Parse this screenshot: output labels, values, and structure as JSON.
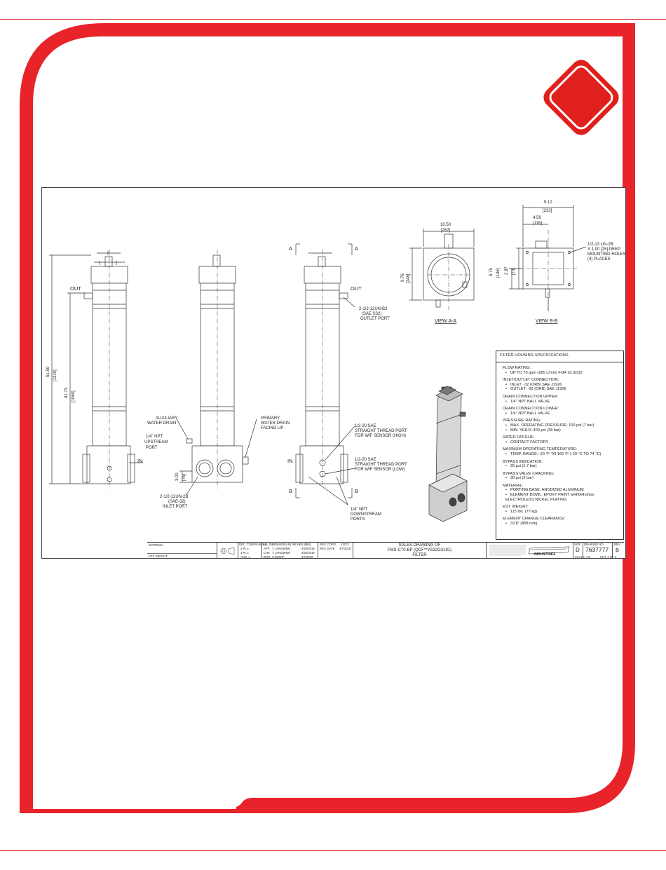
{
  "colors": {
    "brand_red": "#e8232a",
    "logo_red": "#e0201c",
    "line": "#333333"
  },
  "drawing": {
    "callouts": {
      "out_left": "OUT",
      "in_left": "IN",
      "out_right": "OUT",
      "in_right": "IN",
      "section_a": "A",
      "section_b": "B",
      "dim_overall": "51.59",
      "dim_overall_mm": "[1310]",
      "dim_body": "41.73",
      "dim_body_mm": "[1060]",
      "dim_height_small": "3.00",
      "dim_height_small_mm": "[76]",
      "aux_drain_1": "AUXILIARY",
      "aux_drain_2": "WATER DRAIN",
      "upstream_1": "1/4\" NPT",
      "upstream_2": "UPSTREAM",
      "upstream_3": "PORT",
      "primary_drain_1": "PRIMARY",
      "primary_drain_2": "WATER DRAIN",
      "primary_drain_3": "FACING UP",
      "inlet_1": "2-1/2-12UN-2B",
      "inlet_2": "(SAE-32)",
      "inlet_3": "INLET PORT",
      "outlet_1": "2-1/2-12UN-B2",
      "outlet_2": "(SAE S32)",
      "outlet_3": "OUTLET PORT",
      "wif_high_1": "1/2-20 SAE",
      "wif_high_2": "STRAIGHT THREAD PORT",
      "wif_high_3": "FOR WIF SENSOR (HIGH)",
      "wif_low_1": "1/2-20 SAE",
      "wif_low_2": "STRAIGHT THREAD PORT",
      "wif_low_3": "FOR WIF SENSOR (LOW)",
      "downstream_1": "1/4\" NPT",
      "downstream_2": "DOWNSTREAM",
      "downstream_3": "PORTS",
      "va_width": "10.50",
      "va_width_mm": "[267]",
      "va_height": "9.76",
      "va_height_mm": "[248]",
      "vb_width": "9.12",
      "vb_width_mm": "[232]",
      "vb_half": "4.56",
      "vb_half_mm": "[116]",
      "vb_h1": "2.87",
      "vb_h1_mm": "[73]",
      "vb_h2": "5.75",
      "vb_h2_mm": "[146]",
      "mount_1": "1/2-13 UN-2B",
      "mount_2": "X 1.00 [25] DEEP",
      "mount_3": "MOUNTING HOLES",
      "mount_4": "(4) PLACES",
      "view_a": "VIEW A-A",
      "view_b": "VIEW B-B"
    },
    "specs": {
      "title": "FILTER HOUSING SPECIFICATIONS",
      "groups": [
        {
          "heading": "FLOW RATING:",
          "items": [
            "UP TO 70 gpm (265 L/min) FOR ULSD15"
          ]
        },
        {
          "heading": "INLET/OUTLET CONNECTION:",
          "items": [
            "INLET: -32 (ORB) SAE J1926",
            "OUTLET: -32 (ORB) SAE J1926"
          ]
        },
        {
          "heading": "DRAIN CONNECTION UPPER:",
          "items": [
            "1/4\" NPT BALL VALVE"
          ]
        },
        {
          "heading": "DRAIN CONNECTION LOWER:",
          "items": [
            "1/4\" NPT BALL VALVE"
          ]
        },
        {
          "heading": "PRESSURE RATING:",
          "items": [
            "MAX. OPERATING PRESSURE: 100 psi (7 bar)",
            "MIN. YEILD: 400 psi (28 bar)"
          ]
        },
        {
          "heading": "RATED FATIGUE:",
          "items": [
            "CONTACT FACTORY"
          ]
        },
        {
          "heading": "MAXIMUM OPERATING TEMPERATURE:",
          "items": [
            "TEMP. RANGE: -20 °F TO 165 °F (-29 °C TO 74 °C)"
          ]
        },
        {
          "heading": "BYPASS INDICATION:",
          "items": [
            "25 psi (1.7 bar)"
          ]
        },
        {
          "heading": "BYPASS VALVE CRACKING:",
          "items": [
            "30 psi (2 bar)"
          ]
        },
        {
          "heading": "MATERIAL:",
          "items": [
            "PORTING BASE: ANODIZED ALUMINUM",
            "ELEMENT BOWL: EPOXY PAINT w/HIGH-phos ELECTROLESS NICKEL PLATING"
          ]
        },
        {
          "heading": "EST. WEIGHT:",
          "items": [
            "115 lbs. (77 kg)"
          ]
        },
        {
          "heading": "ELEMENT CHANGE CLEARANCE:",
          "items": [
            "33.8\" (858 mm)"
          ]
        }
      ]
    },
    "titleblock": {
      "material": "MATERIAL:",
      "est_weight": "EST. WEIGHT:",
      "dec_tol": "DEC. TOLERANCES",
      "all_dims": "ALL DIMENSIONS IN INCHES [MM]",
      "rev_cord": "REV. CORD.",
      "rev_cord_val": "13272",
      "rev_date": "REV. DATE",
      "rev_date_val": "3/7/2019",
      "tol_2": "2 PL ±",
      "tol_3": "3 PL ±",
      "tol_ang": "ANG. ±",
      "app": "APP",
      "chk": "CHK",
      "drn": "DRN",
      "app_name": "T. JANOWSKI",
      "chk_name": "T. JANOWSKI",
      "drn_name": "S.WOZIF",
      "app_date": "4/29/2019",
      "chk_date": "3/20/2019",
      "drn_date": "3/7/2019",
      "sales_1": "SALES DRAWING OF",
      "sales_2": "FMS-C70-BP (QCF**VS32G3191)",
      "sales_3": "FILTER",
      "company": "INDUSTRIES",
      "size_label": "SIZE",
      "size_val": "D",
      "dwg_label": "DRAWING NO.",
      "dwg_val": "7637777",
      "rev_label": "REV.",
      "rev_val": "B",
      "scale": "SCALE: 1:8",
      "sheet": "SHT. 1 OF 1"
    }
  }
}
